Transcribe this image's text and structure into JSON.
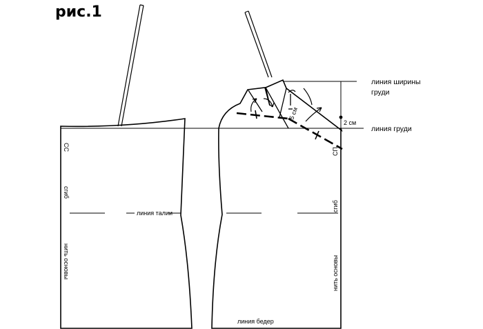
{
  "figure_title": "рис.1",
  "labels": {
    "cc": "СС",
    "fold_left": "сгиб",
    "grain_left": "нить основы",
    "waist_line": "линия талии",
    "hip_line": "линия бедер",
    "sp": "СП",
    "fold_right": "сгиб",
    "grain_right": "нить основы",
    "bust_width_line_1": "линия ширины",
    "bust_width_line_2": "груди",
    "bust_line": "линия груди",
    "dim_5cm": "5 см",
    "dim_2cm": "2 см"
  },
  "colors": {
    "ink": "#000000",
    "background": "#ffffff"
  }
}
